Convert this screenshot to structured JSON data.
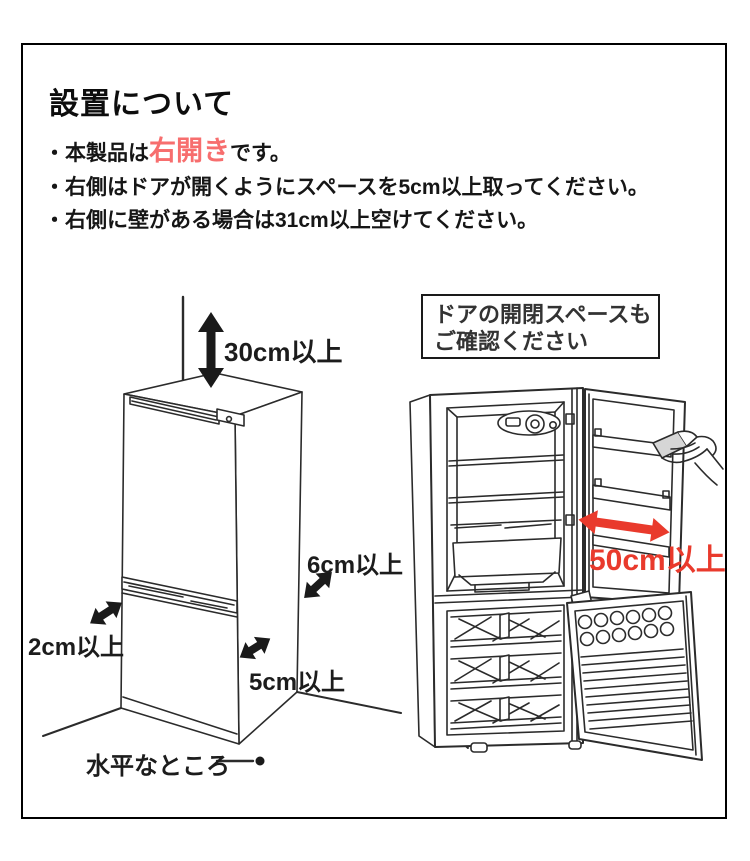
{
  "content": {
    "title": "設置について",
    "bullets": [
      {
        "prefix": "・本製品は",
        "highlight": "右開き",
        "suffix": "です。"
      },
      {
        "text": "・右側はドアが開くようにスペースを5cm以上取ってください。"
      },
      {
        "text": "・右側に壁がある場合は31cm以上空けてください。"
      }
    ]
  },
  "left_diagram": {
    "labels": {
      "top_clearance": "30cm以上",
      "back_clearance": "6cm以上",
      "left_clearance": "2cm以上",
      "right_clearance": "5cm以上",
      "floor_note": "水平なところ"
    }
  },
  "right_diagram": {
    "note": {
      "line1": "ドアの開閉スペースも",
      "line2": "ご確認ください"
    },
    "door_clearance": "50cm以上"
  },
  "colors": {
    "highlight_red": "#f76e6e",
    "strong_red": "#e93a2c",
    "line_color": "#2b2b2b",
    "arrow_black": "#1a1a1a"
  }
}
